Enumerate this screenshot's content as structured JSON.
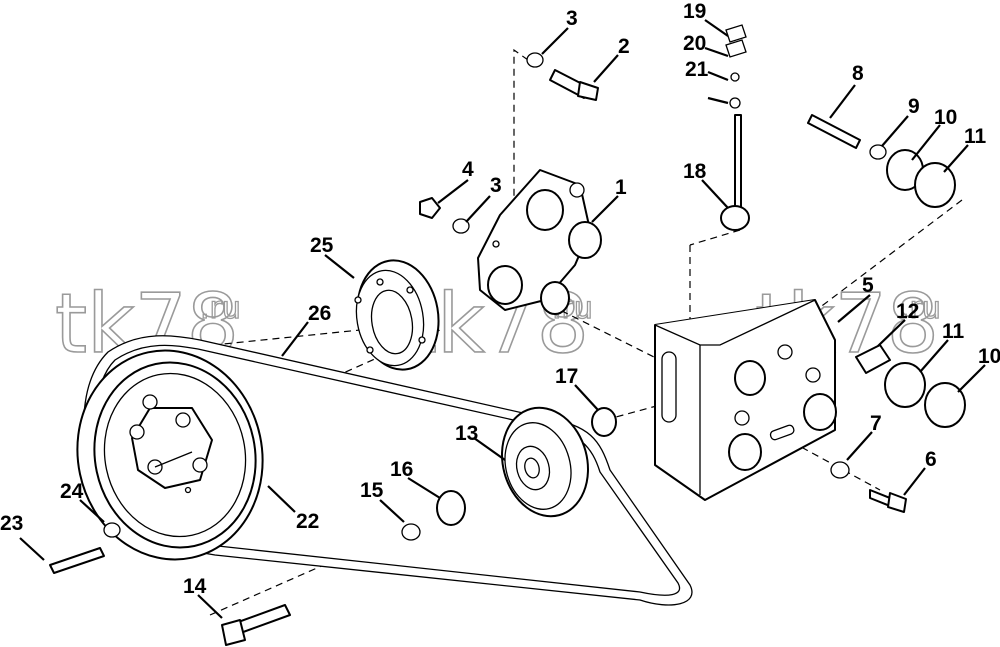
{
  "watermark": {
    "main": "tk78",
    "suffix": ".ru"
  },
  "callouts": {
    "c1": "1",
    "c2": "2",
    "c3a": "3",
    "c3b": "3",
    "c4": "4",
    "c5": "5",
    "c6": "6",
    "c7": "7",
    "c8": "8",
    "c9": "9",
    "c10a": "10",
    "c10b": "10",
    "c11a": "11",
    "c11b": "11",
    "c12": "12",
    "c13": "13",
    "c14": "14",
    "c15": "15",
    "c16": "16",
    "c17": "17",
    "c18": "18",
    "c19": "19",
    "c20": "20",
    "c21": "21",
    "c22": "22",
    "c23": "23",
    "c24": "24",
    "c25": "25",
    "c26": "26"
  },
  "colors": {
    "ink": "#000000",
    "watermark": "#9a9a9a",
    "background": "#ffffff"
  }
}
